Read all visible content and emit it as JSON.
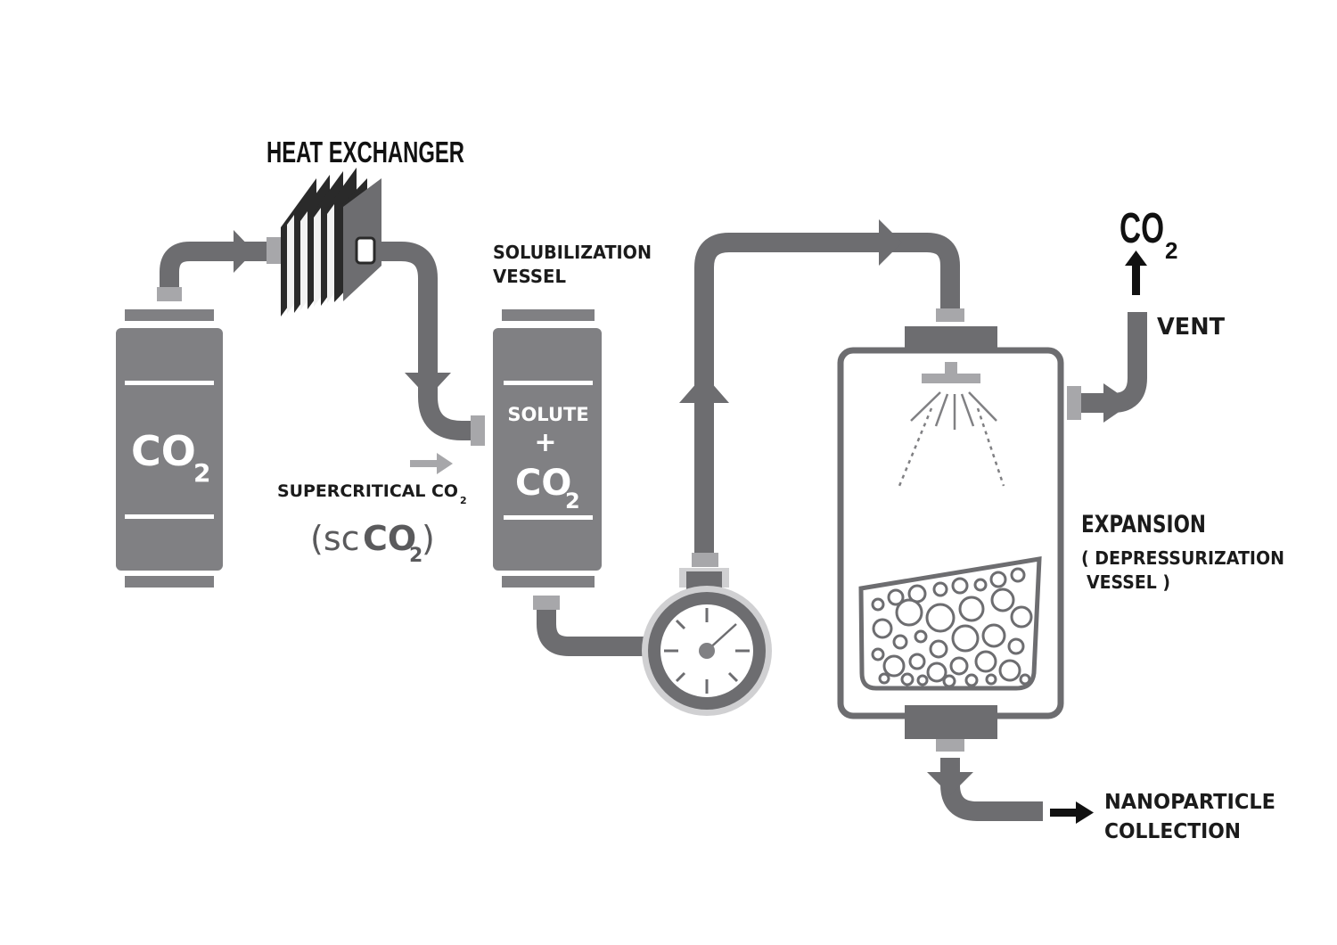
{
  "colors": {
    "pipe": "#6d6d70",
    "vessel": "#808083",
    "light": "#a7a7aa",
    "lighter": "#d0d0d2",
    "dark": "#2a2a2a",
    "text": "#1b1b1b"
  },
  "labels": {
    "heat_exchanger": "HEAT EXCHANGER",
    "solubilization_line1": "SOLUBILIZATION",
    "solubilization_line2": "VESSEL",
    "co2_tank_main": "CO",
    "co2_tank_sub": "2",
    "solute": "SOLUTE",
    "plus": "+",
    "mix_co2_main": "CO",
    "mix_co2_sub": "2",
    "supercritical_main": "SUPERCRITICAL CO",
    "supercritical_sub": "2",
    "scco2_open": "(sc",
    "scco2_co": "CO",
    "scco2_sub": "2",
    "scco2_close": ")",
    "vent_co2_main": "CO",
    "vent_co2_sub": "2",
    "vent": "VENT",
    "expansion": "EXPANSION",
    "depressurization_line1": "( DEPRESSURIZATION",
    "depressurization_line2": "VESSEL )",
    "nanoparticle_line1": "NANOPARTICLE",
    "nanoparticle_line2": "COLLECTION"
  },
  "icons": {
    "flow_arrows": "triangle-arrow",
    "pressure_gauge": "gauge-icon",
    "spray_nozzle": "nozzle-icon",
    "particles": "bubble-cluster"
  }
}
